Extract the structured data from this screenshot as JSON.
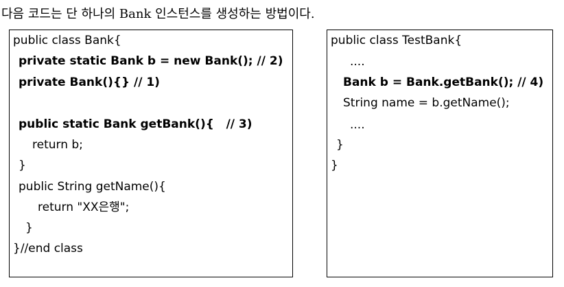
{
  "heading": "다음 코드는 단 하나의 Bank 인스턴스를 생성하는 방법이다.",
  "bank_class": {
    "lines": [
      "public class Bank{",
      "private static Bank b = new Bank(); // 2)",
      "private Bank(){} // 1)",
      "public static Bank getBank(){   // 3)",
      "return b;",
      "}",
      "public String getName(){",
      "return \"XX은행\";",
      "}",
      "}//end class"
    ]
  },
  "test_class": {
    "lines": [
      "public class TestBank{",
      "....",
      "Bank b = Bank.getBank(); // 4)",
      "String name = b.getName();",
      "....",
      "}",
      "}"
    ]
  }
}
